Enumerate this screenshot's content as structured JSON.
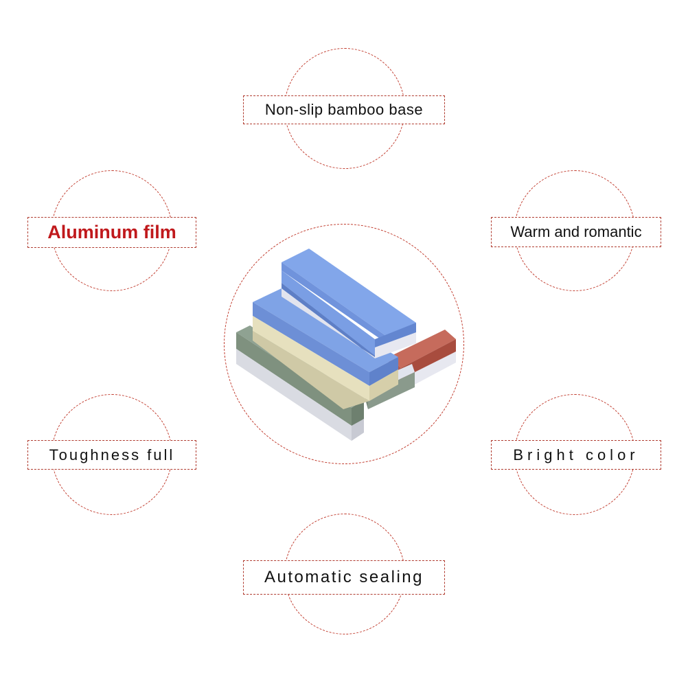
{
  "features": {
    "top": {
      "label": "Non-slip bamboo base"
    },
    "upper_left": {
      "label": "Aluminum film",
      "color": "#c0191c"
    },
    "upper_right": {
      "label": "Warm and romantic"
    },
    "lower_left": {
      "label": "Toughness full"
    },
    "lower_right": {
      "label": "Bright color"
    },
    "bottom": {
      "label": "Automatic sealing"
    }
  },
  "colors": {
    "dashed_accent": "#c0392b",
    "text": "#111111",
    "highlight_text": "#c0191c",
    "stone_blue": "#7b9fe3",
    "stone_cream": "#e6e0be",
    "stone_green": "#879a88",
    "stone_red": "#b95b4c",
    "stone_white": "#dfe2ee"
  }
}
